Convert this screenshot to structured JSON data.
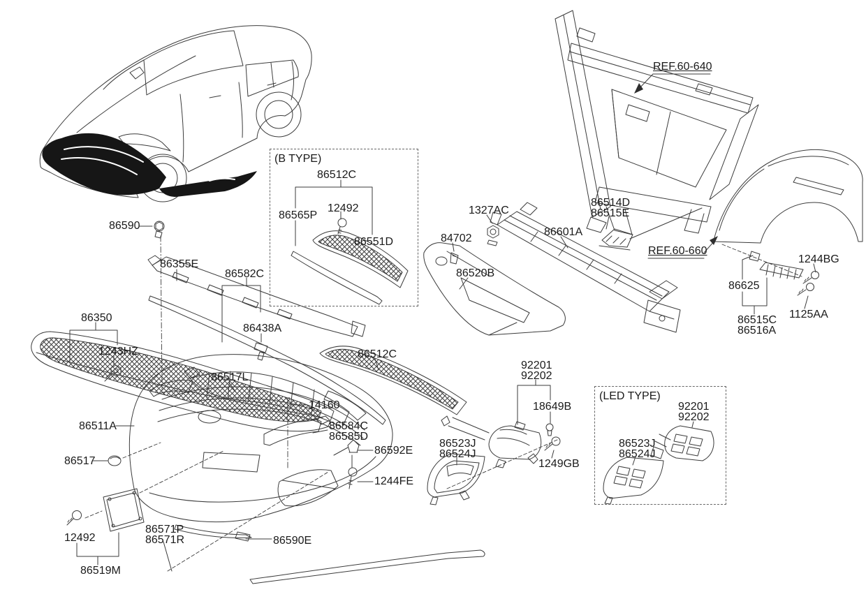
{
  "colors": {
    "background": "#ffffff",
    "line": "#3b3b3b",
    "text": "#1a1a1a",
    "bumper_highlight": "#161616"
  },
  "groups": {
    "b_type": {
      "title": "(B TYPE)"
    },
    "led_type": {
      "title": "(LED TYPE)"
    }
  },
  "references": {
    "ref640": "REF.60-640",
    "ref660": "REF.60-660"
  },
  "parts": {
    "p86590": "86590",
    "p86355E": "86355E",
    "p86582C": "86582C",
    "p86438A": "86438A",
    "p86350": "86350",
    "p1243HZ": "1243HZ",
    "p86511A": "86511A",
    "p86517": "86517",
    "p86517L": "86517L",
    "p14160": "14160",
    "p86512C_center": "86512C",
    "p86584C": "86584C",
    "p86585D": "86585D",
    "p86592E": "86592E",
    "p1244FE": "1244FE",
    "p12492_plate": "12492",
    "p86571P": "86571P",
    "p86571R": "86571R",
    "p86519M": "86519M",
    "p86590E": "86590E",
    "p1327AC": "1327AC",
    "p84702": "84702",
    "p86520B": "86520B",
    "p86601A": "86601A",
    "p86514D": "86514D",
    "p86515E": "86515E",
    "p1244BG": "1244BG",
    "p86625": "86625",
    "p1125AA": "1125AA",
    "p86515C": "86515C",
    "p86516A": "86516A",
    "p92201": "92201",
    "p92202": "92202",
    "p18649B": "18649B",
    "p86523J": "86523J",
    "p86524J": "86524J",
    "p1249GB": "1249GB",
    "p86512C_btype": "86512C",
    "p12492_btype": "12492",
    "p86565P": "86565P",
    "p86551D": "86551D",
    "p92201_led": "92201",
    "p92202_led": "92202",
    "p86523J_led": "86523J",
    "p86524J_led": "86524J"
  }
}
